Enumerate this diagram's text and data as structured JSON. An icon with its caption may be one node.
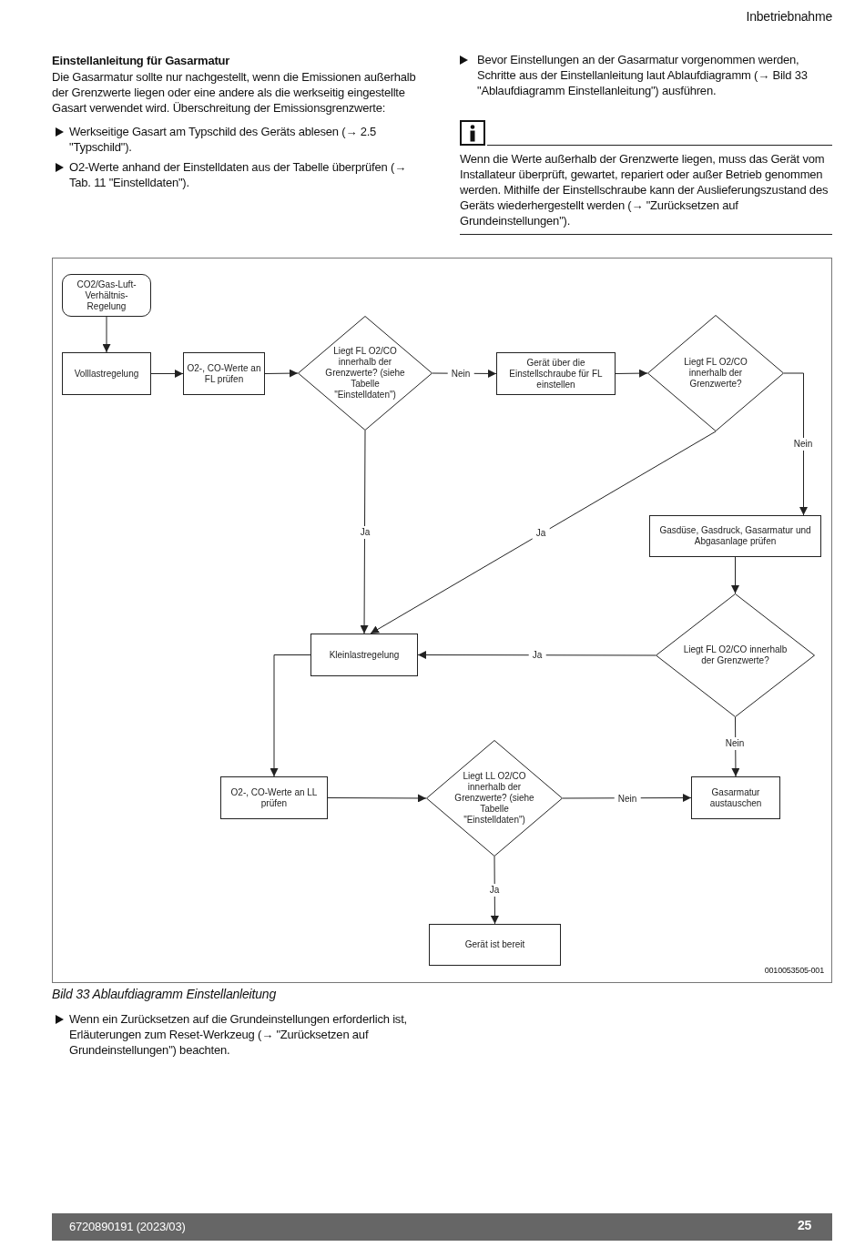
{
  "diagram": {
    "title": "Einstellanleitung für Gasarmatur",
    "caption": "Bild 33 Ablaufdiagramm Einstellanleitung",
    "nodes": [
      {
        "text": [
          "CO2/Gas-Luft-Verhältnis-Regelung"
        ]
      },
      {
        "text": [
          "Volllastregelung"
        ]
      },
      {
        "text": [
          "O2-, CO-Werte an FL prüfen"
        ]
      },
      {
        "text": [
          "Liegt FL O2/CO innerhalb der Grenzwerte? (siehe Tabelle \"Einstelldaten\")"
        ]
      },
      {
        "text": [
          "Gerät über die Einstellschraube für FL einstellen"
        ]
      },
      {
        "text": [
          "Liegt FL O2/CO innerhalb der Grenzwerte?"
        ]
      },
      {
        "text": [
          "Gasdüse, Gasdruck, Gasarmatur und Abgasanlage prüfen"
        ]
      },
      {
        "text": [
          "Kleinlastregelung"
        ]
      },
      {
        "text": [
          "Liegt FL O2/CO innerhalb der Grenzwerte?"
        ]
      },
      {
        "text": [
          "O2-, CO-Werte an LL prüfen"
        ]
      },
      {
        "text": [
          "Liegt LL O2/CO innerhalb der Grenzwerte? (siehe Tabelle \"Einstelldaten\")"
        ]
      },
      {
        "text": [
          "Gasarmatur austauschen"
        ]
      },
      {
        "text": [
          "Gerät ist bereit"
        ]
      }
    ],
    "edges": [
      {
        "from": 0,
        "to": 1,
        "arrow": "to"
      },
      {
        "from": 1,
        "to": 2,
        "arrow": "to"
      },
      {
        "from": 2,
        "to": 3,
        "arrow": "to"
      },
      {
        "from": 3,
        "to": 4,
        "arrow": "to",
        "label": "Nein"
      },
      {
        "from": 4,
        "to": 5,
        "arrow": "to"
      },
      {
        "from": 5,
        "to": 6,
        "arrow": "to",
        "label": "Nein"
      },
      {
        "from": 3,
        "to": 7,
        "arrow": "to",
        "label": "Ja"
      },
      {
        "from": 5,
        "to": 7,
        "arrow": "to",
        "label": "Ja"
      },
      {
        "from": 6,
        "to": 8,
        "arrow": "to"
      },
      {
        "from": 8,
        "to": 7,
        "arrow": "to",
        "label": "Ja"
      },
      {
        "from": 7,
        "to": 9,
        "arrow": "to"
      },
      {
        "from": 9,
        "to": 10,
        "arrow": "to"
      },
      {
        "from": 10,
        "to": 11,
        "arrow": "to",
        "label": "Nein"
      },
      {
        "from": 8,
        "to": 11,
        "arrow": "to",
        "label": "Nein"
      },
      {
        "from": 10,
        "to": 12,
        "arrow": "to",
        "label": "Ja"
      }
    ],
    "labels": [
      "Inbetriebnahme",
      "Die Gasarmatur sollte nur nachgestellt, wenn die Emissionen außerhalb der Grenzwerte liegen oder eine andere als die werkseitig eingestellte Gasart verwendet wird. Überschreitung der Emissionsgrenzwerte:",
      "Werkseitige Gasart am Typschild des Geräts ablesen (→ 2.5 \"Typschild\").",
      "O2-Werte anhand der Einstelldaten aus der Tabelle überprüfen (→ Tab. 11 \"Einstelldaten\").",
      "Bevor Einstellungen an der Gasarmatur vorgenommen werden, Schritte aus der Einstellanleitung laut Ablaufdiagramm (→ Bild 33 \"Ablaufdiagramm Einstellanleitung\") ausführen.",
      "Wenn die Werte außerhalb der Grenzwerte liegen, muss das Gerät vom Installateur überprüft, gewartet, repariert oder außer Betrieb genommen werden. Mithilfe der Einstellschraube kann der Auslieferungszustand des Geräts wiederhergestellt werden (→ \"Zurücksetzen auf Grundeinstellungen\").",
      "0010053505-001",
      "Wenn ein Zurücksetzen auf die Grundeinstellungen erforderlich ist, Erläuterungen zum Reset-Werkzeug (→ \"Zurücksetzen auf Grundeinstellungen\") beachten.",
      "6720890191 (2023/03)",
      "25"
    ]
  }
}
